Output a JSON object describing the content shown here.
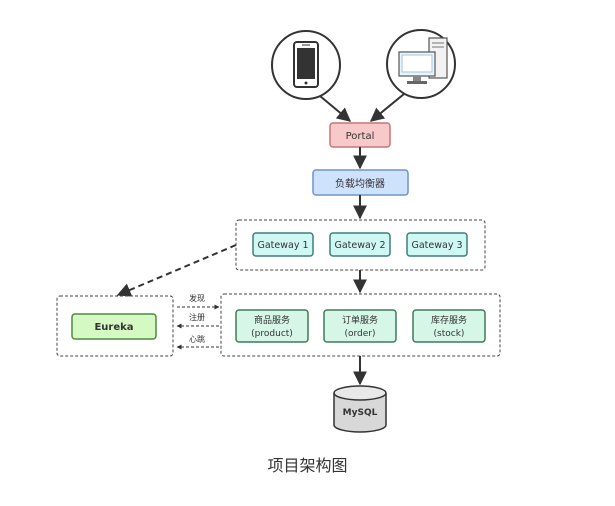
{
  "nodes": {
    "portal": "Portal",
    "load_balancer": "负载均衡器",
    "gateways": [
      "Gateway 1",
      "Gateway 2",
      "Gateway 3"
    ],
    "eureka": "Eureka",
    "services": [
      {
        "name": "商品服务",
        "code": "(product)"
      },
      {
        "name": "订单服务",
        "code": "(order)"
      },
      {
        "name": "库存服务",
        "code": "(stock)"
      }
    ],
    "database": "MySQL"
  },
  "edges": {
    "discover": "发现",
    "register": "注册",
    "heartbeat": "心跳"
  },
  "caption": "项目架构图",
  "icons": [
    "mobile-phone-icon",
    "desktop-computer-icon"
  ],
  "colors": {
    "portal_fill": "#f7c9c9",
    "portal_border": "#c87575",
    "lb_fill": "#cfe2fb",
    "lb_border": "#6f94c9",
    "gateway_fill": "#cff7f4",
    "gateway_border": "#3e7f7a",
    "service_fill": "#d6f6e8",
    "service_border": "#3e7a5e",
    "eureka_fill": "#d4f9c2",
    "eureka_border": "#4f8a3c",
    "db_fill": "#d8d8d8",
    "line": "#333333"
  }
}
